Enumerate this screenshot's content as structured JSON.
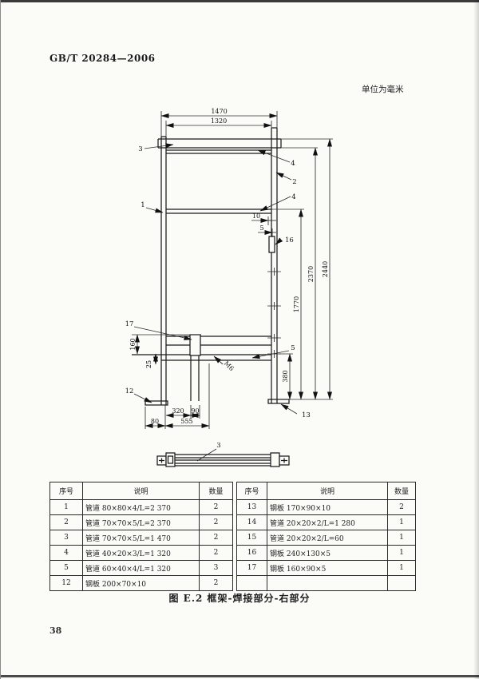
{
  "page": {
    "standard_code": "GB/T 20284—2006",
    "units_note": "单位为毫米",
    "figure_caption": "图 E.2  框架-焊接部分-右部分",
    "page_number": "38"
  },
  "drawing": {
    "dims": {
      "outer_width": "1470",
      "inner_width": "1320",
      "total_height": "2440",
      "frame_height": "2370",
      "mid_height": "1770",
      "foot_height": "380",
      "bracket_height": "160",
      "offset_25": "25",
      "offset_10": "10",
      "offset_5": "5",
      "base_320": "320",
      "base_90": "90",
      "base_80": "80",
      "base_555": "555",
      "thread_note": "M6"
    },
    "callouts": {
      "item1": "1",
      "item2": "2",
      "item3": "3",
      "item4_top": "4",
      "item4_mid": "4",
      "item5": "5",
      "item12": "12",
      "item13": "13",
      "item16": "16",
      "item17": "17",
      "detail_item3": "3"
    }
  },
  "table": {
    "headers": {
      "index": "序号",
      "description": "说明",
      "quantity": "数量"
    },
    "left_rows": [
      [
        "1",
        "管道 80×80×4/L=2 370",
        "2"
      ],
      [
        "2",
        "管道 70×70×5/L=2 370",
        "2"
      ],
      [
        "3",
        "管道 70×70×5/L=1 470",
        "2"
      ],
      [
        "4",
        "管道 40×20×3/L=1 320",
        "2"
      ],
      [
        "5",
        "管道 60×40×4/L=1 320",
        "3"
      ],
      [
        "12",
        "钢板 200×70×10",
        "2"
      ]
    ],
    "right_rows": [
      [
        "13",
        "钢板 170×90×10",
        "2"
      ],
      [
        "14",
        "管道 20×20×2/L=1 280",
        "1"
      ],
      [
        "15",
        "管道 20×20×2/L=60",
        "1"
      ],
      [
        "16",
        "钢板 240×130×5",
        "1"
      ],
      [
        "17",
        "钢板 160×90×5",
        "1"
      ],
      [
        "",
        "",
        ""
      ]
    ]
  }
}
